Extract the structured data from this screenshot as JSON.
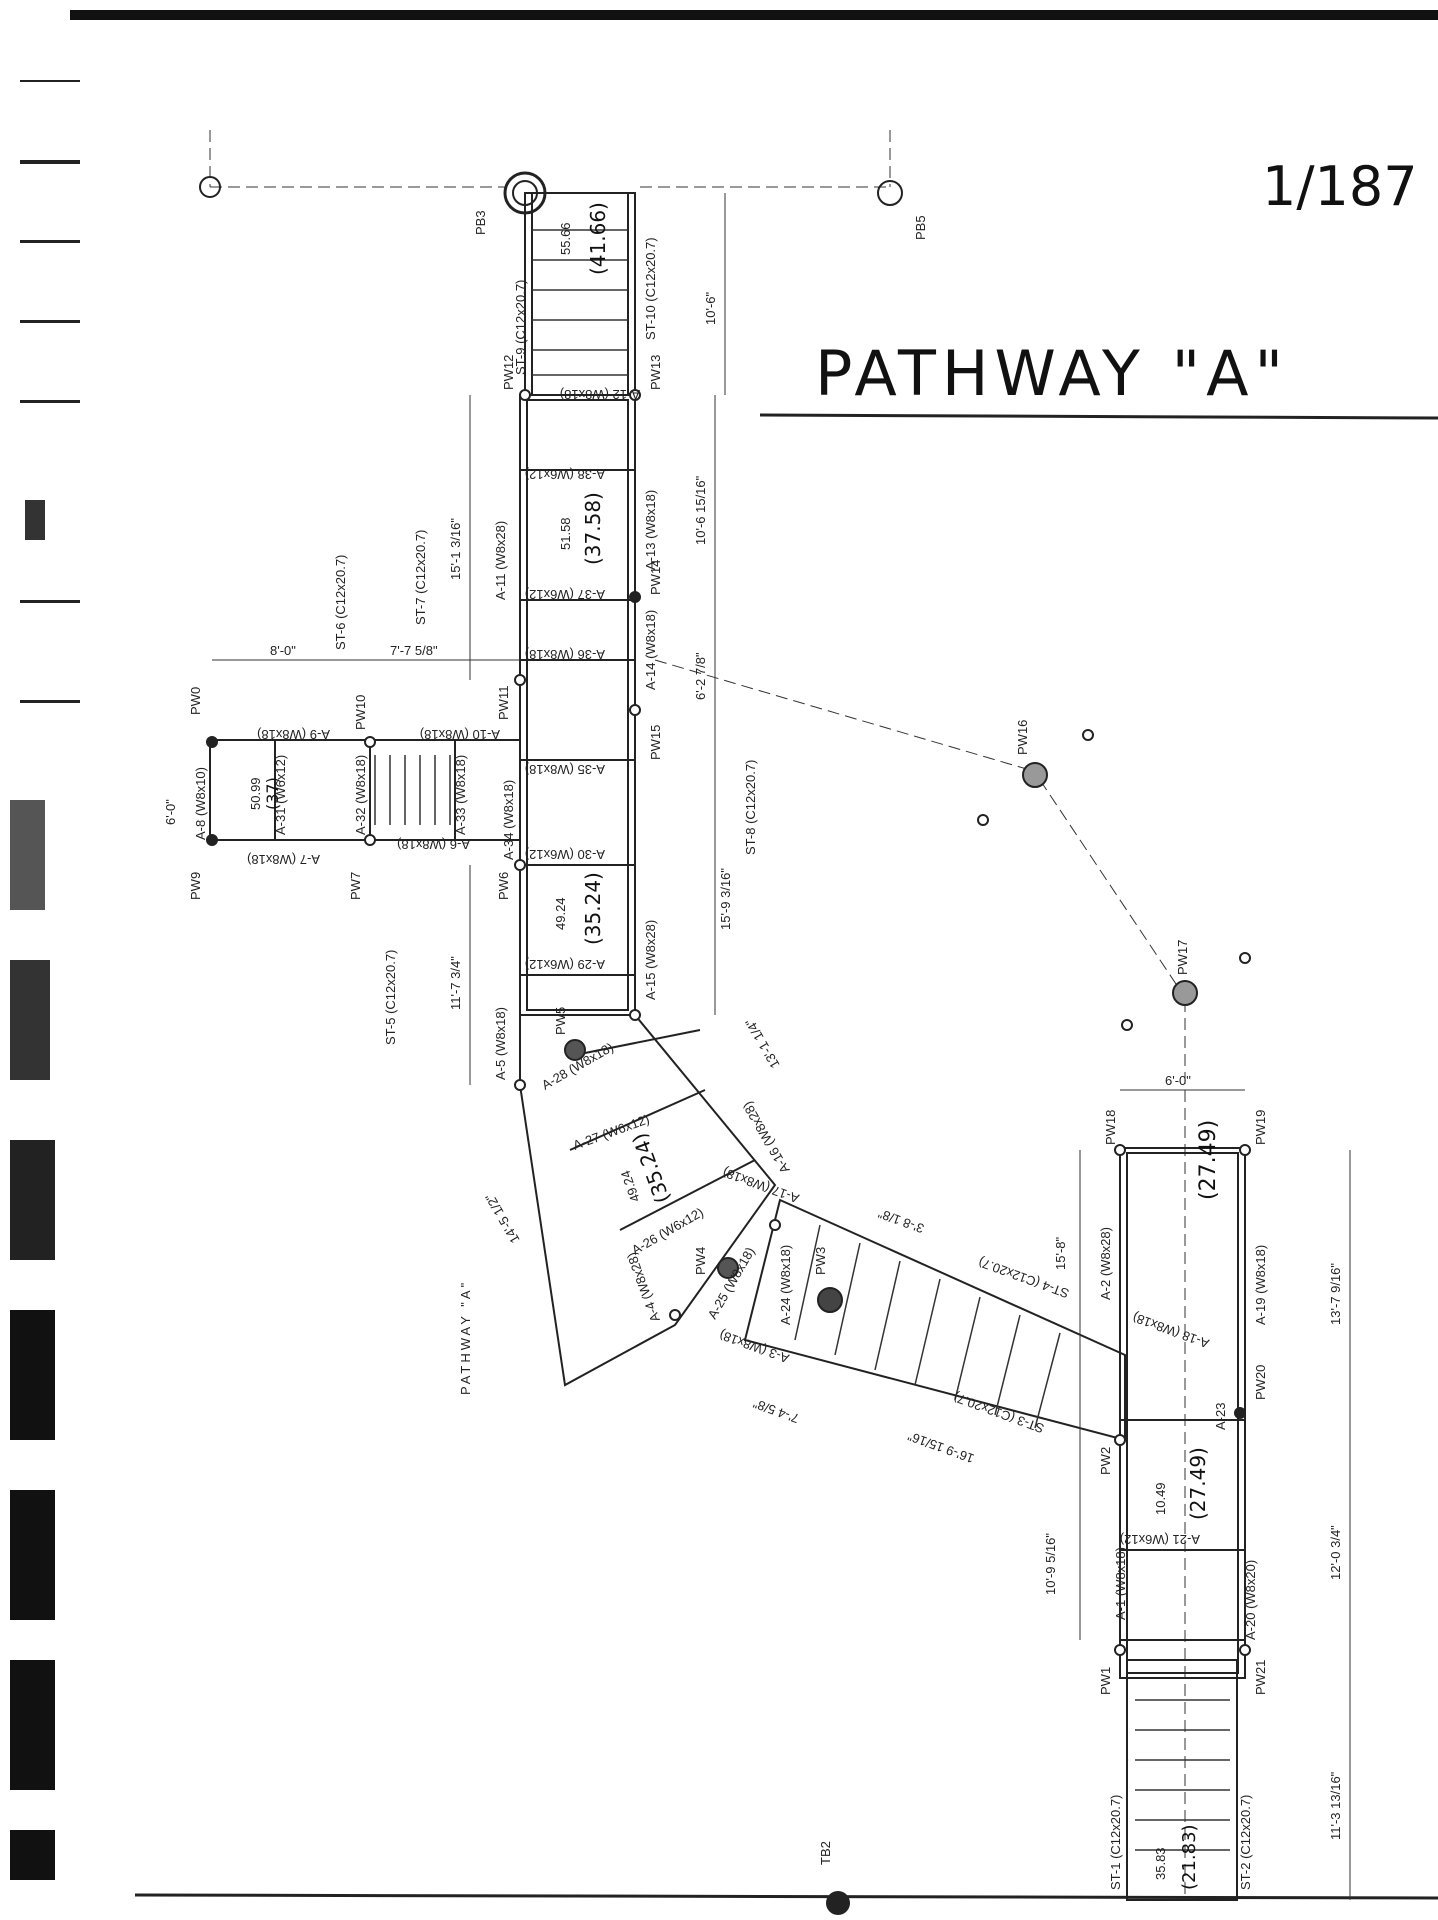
{
  "page_number": "1/187",
  "title": "PATHWAY \"A\"",
  "side_title": "PATHWAY \"A\"",
  "posts": [
    "PB3",
    "PB5",
    "PW16",
    "PW17",
    "TB2"
  ],
  "nodes": [
    "PW0",
    "PW9",
    "PW7",
    "PW10",
    "PW6",
    "PW11",
    "PW12",
    "PW13",
    "PW14",
    "PW15",
    "PW5",
    "PW4",
    "PW3",
    "PW1",
    "PW2",
    "PW18",
    "PW19",
    "PW20",
    "PW21"
  ],
  "members": [
    "A-1 (W8x18)",
    "A-2 (W8x28)",
    "A-3 (W8x18)",
    "A-4 (W8x28)",
    "A-5 (W8x18)",
    "A-6 (W8x18)",
    "A-7 (W8x18)",
    "A-8 (W8x10)",
    "A-9 (W8x18)",
    "A-10 (W8x18)",
    "A-11 (W8x28)",
    "A-12 (W8x18)",
    "A-13 (W8x18)",
    "A-14 (W8x18)",
    "A-15 (W8x28)",
    "A-16 (W8x28)",
    "A-17 (W8x18)",
    "A-18 (W8x18)",
    "A-19 (W8x18)",
    "A-20 (W8x20)",
    "A-21 (W6x12)",
    "A-23",
    "A-24 (W8x18)",
    "A-25 (W8x18)",
    "A-26 (W6x12)",
    "A-27 (W6x12)",
    "A-28 (W8x18)",
    "A-29 (W6x12)",
    "A-30 (W6x12)",
    "A-31 (W6x12)",
    "A-32 (W8x18)",
    "A-33 (W8x18)",
    "A-34 (W8x18)",
    "A-35 (W8x18)",
    "A-36 (W8x18)",
    "A-37 (W6x12)",
    "A-38 (W6x12)"
  ],
  "stairs": [
    "ST-1 (C12x20.7)",
    "ST-2 (C12x20.7)",
    "ST-3 (C12x20.7)",
    "ST-4 (C12x20.7)",
    "ST-5 (C12x20.7)",
    "ST-6 (C12x20.7)",
    "ST-7 (C12x20.7)",
    "ST-8 (C12x20.7)",
    "ST-9 (C12x20.7)",
    "ST-10 (C12x20.7)"
  ],
  "dimensions": [
    "10'-6\"",
    "10'-6 15/16\"",
    "15'-1 3/16\"",
    "6'-2 7/8\"",
    "15'-9 3/16\"",
    "8'-0\"",
    "7'-7 5/8\"",
    "11'-7 3/4\"",
    "6'-0\"",
    "13'-1 1/4\"",
    "14'-5 1/2\"",
    "3'-8 1/8\"",
    "15'-8\"",
    "7'-4 5/8\"",
    "16'-9 15/16\"",
    "6'-0\"",
    "13'-7 9/16\"",
    "12'-0 3/4\"",
    "10'-9 5/16\"",
    "11'-3 13/16\""
  ],
  "panel_values": [
    {
      "value": "55.66",
      "note": "(41.66)"
    },
    {
      "value": "51.58",
      "note": "(37.58)"
    },
    {
      "value": "49.24",
      "note": "(35.24)"
    },
    {
      "value": "50.99",
      "note": "(37)"
    },
    {
      "value": "49.24",
      "note": "(35.24)"
    },
    {
      "value": "",
      "note": "(27.49)"
    },
    {
      "value": "10.49",
      "note": "(27.49)"
    },
    {
      "value": "35.83",
      "note": "(21.83)"
    }
  ]
}
